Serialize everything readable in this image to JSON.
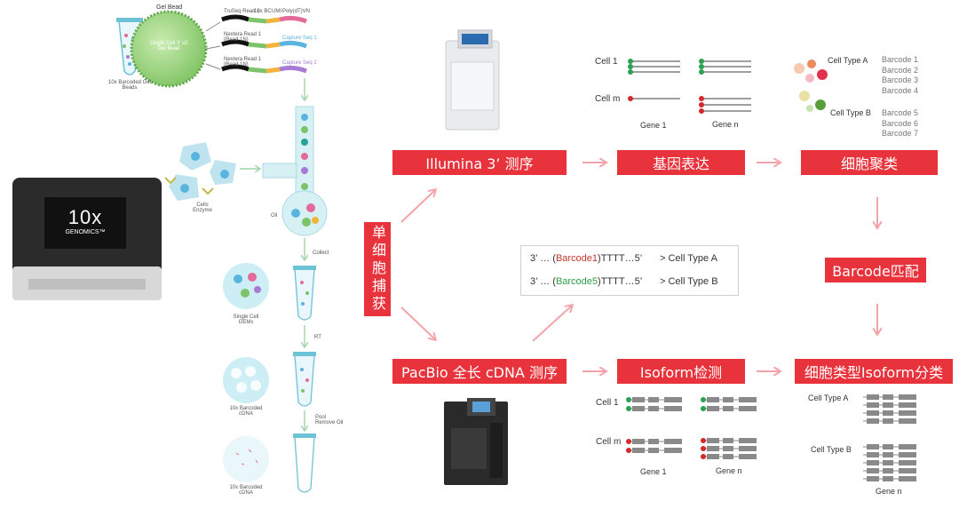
{
  "colors": {
    "accent_red": "#e8323c",
    "arrow_pink": "#f4a3aa",
    "track_green": "#2aa24f",
    "track_red": "#d02a2a",
    "barcode_red": "#c0392b",
    "barcode_green": "#2e9e47"
  },
  "instrument": {
    "brand": "10x",
    "brand_sub": "GENOMICS™"
  },
  "gel_bead": {
    "title": "Gel Bead",
    "inner": "Single Cell 3' v2 Gel Bead",
    "tube_label": "10x Barcoded Gel Beads",
    "reads": [
      "TruSeq Read 1",
      "Nextera Read 1 (Read 1N)",
      "Nextera Read 1 (Read 1N)"
    ],
    "tags": [
      "10x BC",
      "UMI"
    ],
    "capture": [
      "Poly(dT)VN",
      "Capture Seq 1",
      "Capture Seq 2"
    ]
  },
  "workflow": {
    "cells_enzyme": "Cells Enzyme",
    "oil": "Oil",
    "collect": "Collect",
    "single_cell_gems": "Single Cell GEMs",
    "rt": "RT",
    "barcoded_cdna_1": "10x Barcoded cDNA",
    "pool": "Pool Remove Oil",
    "barcoded_cdna_2": "10x Barcoded cDNA"
  },
  "capture_box": "单细胞捕获",
  "boxes": {
    "illumina": "Illumina 3’ 测序",
    "expression": "基因表达",
    "clustering": "细胞聚类",
    "barcode_match": "Barcode匹配",
    "pacbio": "PacBio 全长 cDNA 测序",
    "isoform_detect": "Isoform检测",
    "isoform_by_type": "细胞类型Isoform分类"
  },
  "expr_panel": {
    "cell1": "Cell 1",
    "cellm": "Cell m",
    "gene1": "Gene 1",
    "genen": "Gene n"
  },
  "cluster_panel": {
    "typeA": "Cell  Type A",
    "typeB": "Cell  Type B",
    "barcodesA": [
      "Barcode 1",
      "Barcode 2",
      "Barcode 3",
      "Barcode 4"
    ],
    "barcodesB": [
      "Barcode 5",
      "Barcode 6",
      "Barcode 7"
    ]
  },
  "seq_box": {
    "row1": {
      "prefix": "3’ … (",
      "barcode": "Barcode1",
      "suffix": ")TTTT…5’",
      "assign": ">  Cell  Type A"
    },
    "row2": {
      "prefix": "3’ … (",
      "barcode": "Barcode5",
      "suffix": ")TTTT…5’",
      "assign": ">  Cell  Type B"
    }
  },
  "iso_panel": {
    "cell1": "Cell 1",
    "cellm": "Cell m",
    "gene1": "Gene 1",
    "genen": "Gene n"
  },
  "type_iso_panel": {
    "typeA": "Cell  Type A",
    "typeB": "Cell  Type B",
    "genen": "Gene n"
  }
}
